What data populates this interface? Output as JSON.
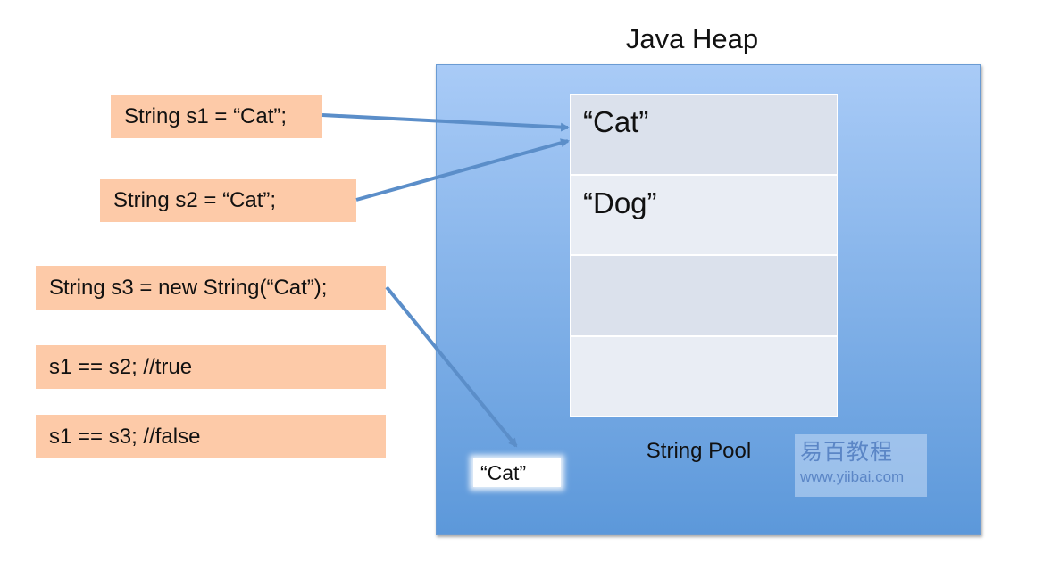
{
  "heap": {
    "title": "Java Heap",
    "pool_label": "String Pool",
    "pool_cells": [
      "“Cat”",
      "“Dog”",
      "",
      ""
    ],
    "heap_object": "“Cat”"
  },
  "code_lines": [
    "String s1 = “Cat”;",
    "String s2 = “Cat”;",
    "String s3 = new String(“Cat”);",
    "s1 == s2; //true",
    "s1 == s3; //false"
  ],
  "watermark": {
    "site_cn": "易百教程",
    "site_url": "www.yiibai.com"
  },
  "colors": {
    "code_box": "#fdcaa8",
    "heap_top": "#a9cbf7",
    "heap_bottom": "#5c98da",
    "arrow": "#5b8ec9",
    "pool_cell": "#dbe1ec"
  }
}
